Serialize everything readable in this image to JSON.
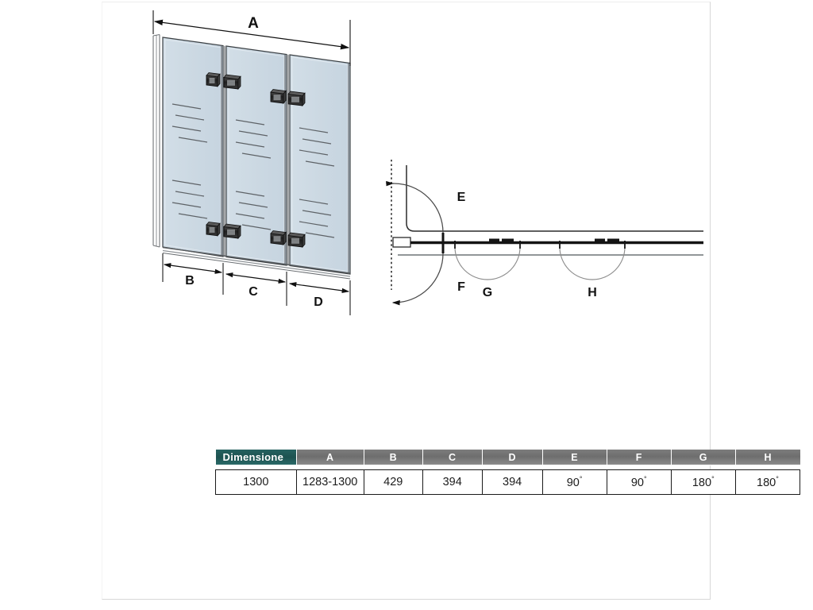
{
  "drawing": {
    "title_labels": {
      "a": "A",
      "b": "B",
      "c": "C",
      "d": "D",
      "e": "E",
      "f": "F",
      "g": "G",
      "h": "H"
    },
    "colors": {
      "glass_fill": "#ccd9e3",
      "glass_fill_light": "#d5e0e9",
      "outline": "#2b2b2b",
      "frame": "#6f7376",
      "handle_dark": "#262626",
      "arc": "#8d8d8d",
      "dim_line": "#111111"
    },
    "front_view": {
      "name": "shower-door-front-elevation",
      "panel_count": 3,
      "handle_pairs": 4
    },
    "plan_view": {
      "name": "shower-door-plan-view",
      "arcs": [
        "E",
        "F",
        "G",
        "H"
      ],
      "panel_count": 3
    }
  },
  "table": {
    "headers": [
      "Dimensione",
      "A",
      "B",
      "C",
      "D",
      "E",
      "F",
      "G",
      "H"
    ],
    "rows": [
      {
        "dimensione": "1300",
        "a": "1283-1300",
        "b": "429",
        "c": "394",
        "d": "394",
        "e": "90",
        "f": "90",
        "g": "180",
        "h": "180",
        "e_unit": "°",
        "f_unit": "°",
        "g_unit": "°",
        "h_unit": "°"
      }
    ],
    "header_colors": {
      "dimensione_bg": "#1d5250",
      "default_bg": "#6e6e6e",
      "text": "#ffffff"
    }
  }
}
